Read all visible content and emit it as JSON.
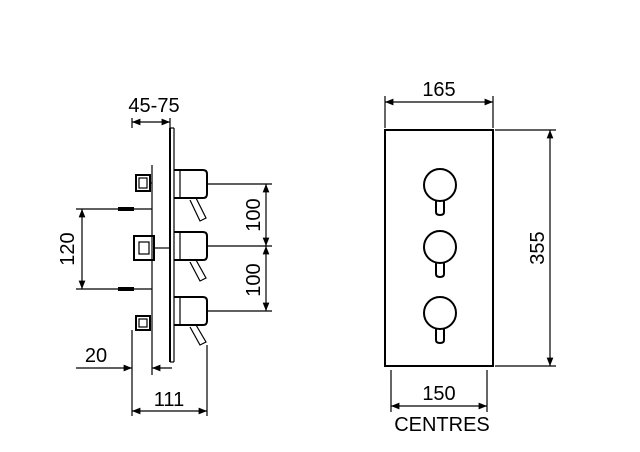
{
  "dimensions": {
    "depth_range": "45-75",
    "outlet_spacing": "120",
    "spacing_top": "100",
    "spacing_bottom": "100",
    "offset": "20",
    "total_depth": "111",
    "plate_width": "165",
    "plate_height": "355",
    "centres_value": "150",
    "centres_label": "CENTRES"
  }
}
